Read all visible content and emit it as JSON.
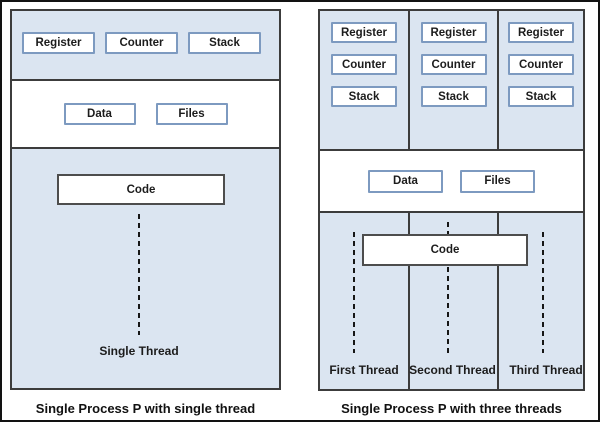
{
  "colors": {
    "section_fill_blue": "#dbe5f1",
    "mini_box_border": "#7d9ac0",
    "outer_border": "#3c3c3c",
    "frame_border": "#121212",
    "dash_line": "#161616",
    "text": "#1c1c1c"
  },
  "left": {
    "caption": "Single Process P with single thread",
    "row1": [
      "Register",
      "Counter",
      "Stack"
    ],
    "row2": [
      "Data",
      "Files"
    ],
    "code": "Code",
    "thread": "Single Thread"
  },
  "right": {
    "caption": "Single Process P with three threads",
    "columns": [
      {
        "row": [
          "Register",
          "Counter",
          "Stack"
        ],
        "thread": "First Thread"
      },
      {
        "row": [
          "Register",
          "Counter",
          "Stack"
        ],
        "thread": "Second Thread"
      },
      {
        "row": [
          "Register",
          "Counter",
          "Stack"
        ],
        "thread": "Third Thread"
      }
    ],
    "row2": [
      "Data",
      "Files"
    ],
    "code": "Code"
  }
}
